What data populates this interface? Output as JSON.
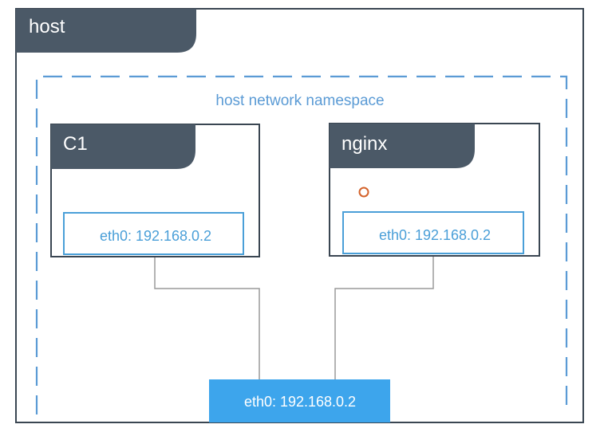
{
  "colors": {
    "tab_fill": "#4b5967",
    "box_stroke": "#3a4652",
    "accent_blue": "#5b9bd5",
    "eth_text": "#4a9fd8",
    "host_eth_fill": "#3da5ec",
    "port_marker": "#d4622a",
    "link_line": "#9a9a9a"
  },
  "host": {
    "label": "host"
  },
  "namespace": {
    "label": "host network namespace"
  },
  "containers": [
    {
      "name": "C1",
      "interface_label": "eth0: 192.168.0.2"
    },
    {
      "name": "nginx",
      "interface_label": "eth0: 192.168.0.2",
      "port_marker_icon": "port-circle"
    }
  ],
  "host_interface": {
    "label": "eth0: 192.168.0.2"
  }
}
